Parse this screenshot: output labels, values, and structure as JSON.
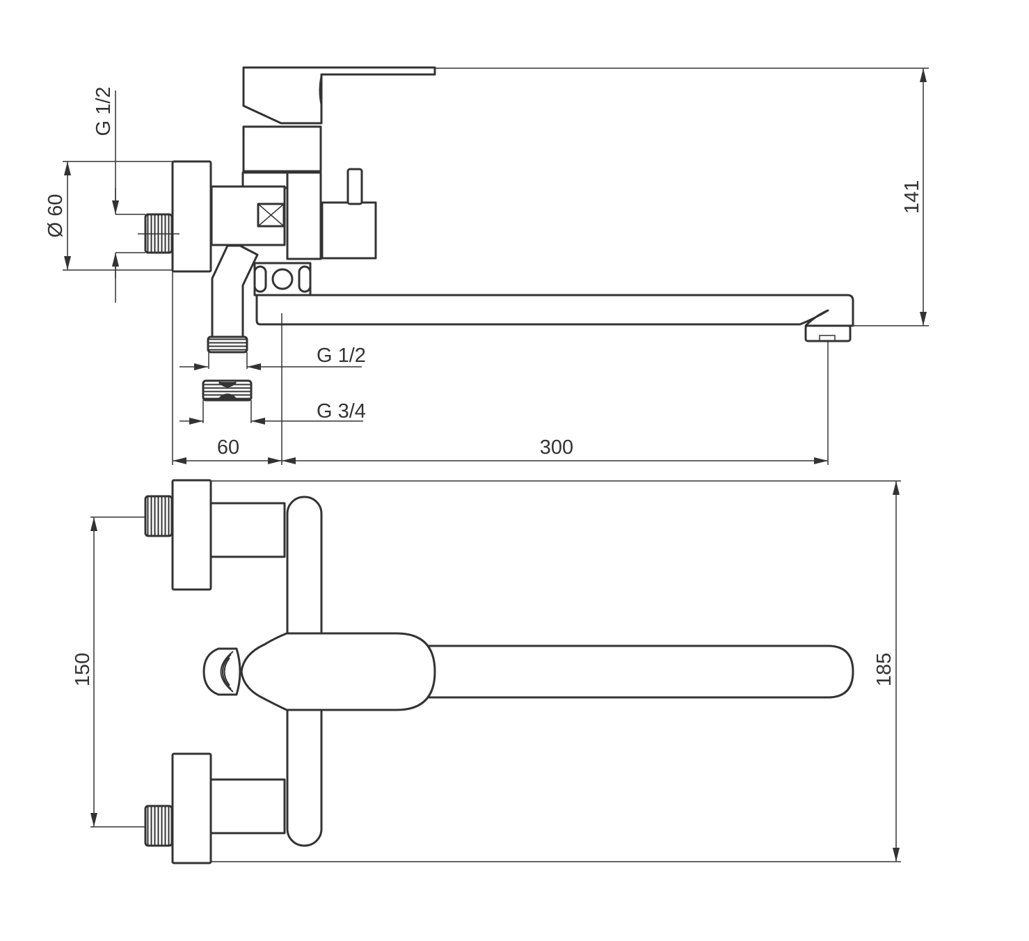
{
  "drawing": {
    "side_view": {
      "dimensions": {
        "height": "141",
        "flange_diameter": "Ø 60",
        "inlet_thread_top": "G 1/2",
        "outlet_thread": "G 1/2",
        "nut_thread": "G 3/4",
        "wall_offset": "60",
        "spout_reach": "300"
      }
    },
    "top_view": {
      "dimensions": {
        "inlet_spacing": "150",
        "total_width": "185"
      }
    },
    "stroke_color": "#333333",
    "background_color": "#ffffff"
  }
}
